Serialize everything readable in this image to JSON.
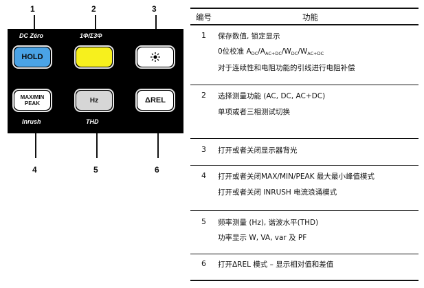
{
  "figure": {
    "callouts_top": [
      "1",
      "2",
      "3"
    ],
    "callouts_bottom": [
      "4",
      "5",
      "6"
    ],
    "top_captions": [
      "DC Zéro",
      "1Φ/Σ3Φ"
    ],
    "bottom_captions": [
      "Inrush",
      "THD"
    ],
    "keys": {
      "hold": {
        "label": "HOLD",
        "color": "#4aa3e6"
      },
      "phase": {
        "label": "",
        "color": "#f7f01d"
      },
      "backlight": {
        "label": "",
        "icon": "backlight-icon"
      },
      "maxmin": {
        "line1": "MAX/MIN",
        "line2": "PEAK"
      },
      "hz": {
        "label": "Hz"
      },
      "rel": {
        "label": "ΔREL"
      }
    }
  },
  "table": {
    "header": {
      "no": "编号",
      "func": "功能"
    },
    "rows": [
      {
        "no": "1",
        "line1": "保存数值, 锁定显示",
        "line2": {
          "prefix": "0位校准 ",
          "a": "A",
          "a_dc": "DC",
          "a2": "/A",
          "a2_sub": "AC+DC",
          "w": "/W",
          "w_dc": "DC",
          "w2": "/W",
          "w2_sub": "AC+DC"
        },
        "line3": "对于连续性和电阻功能的引线进行电阻补偿"
      },
      {
        "no": "2",
        "line1": "选择测量功能 (AC, DC, AC+DC)",
        "line2": "单项或者三相测试切换"
      },
      {
        "no": "3",
        "line1": "打开或者关闭显示器背光"
      },
      {
        "no": "4",
        "line1": "打开或者关闭MAX/MIN/PEAK 最大最小峰值模式",
        "line2": "打开或者关闭 INRUSH 电流浪涌模式"
      },
      {
        "no": "5",
        "line1": "频率测量 (Hz), 谐波水平(THD)",
        "line2": "功率显示 W, VA, var 及 PF"
      },
      {
        "no": "6",
        "line1": "打开ΔREL 模式 – 显示相对值和差值"
      }
    ]
  }
}
